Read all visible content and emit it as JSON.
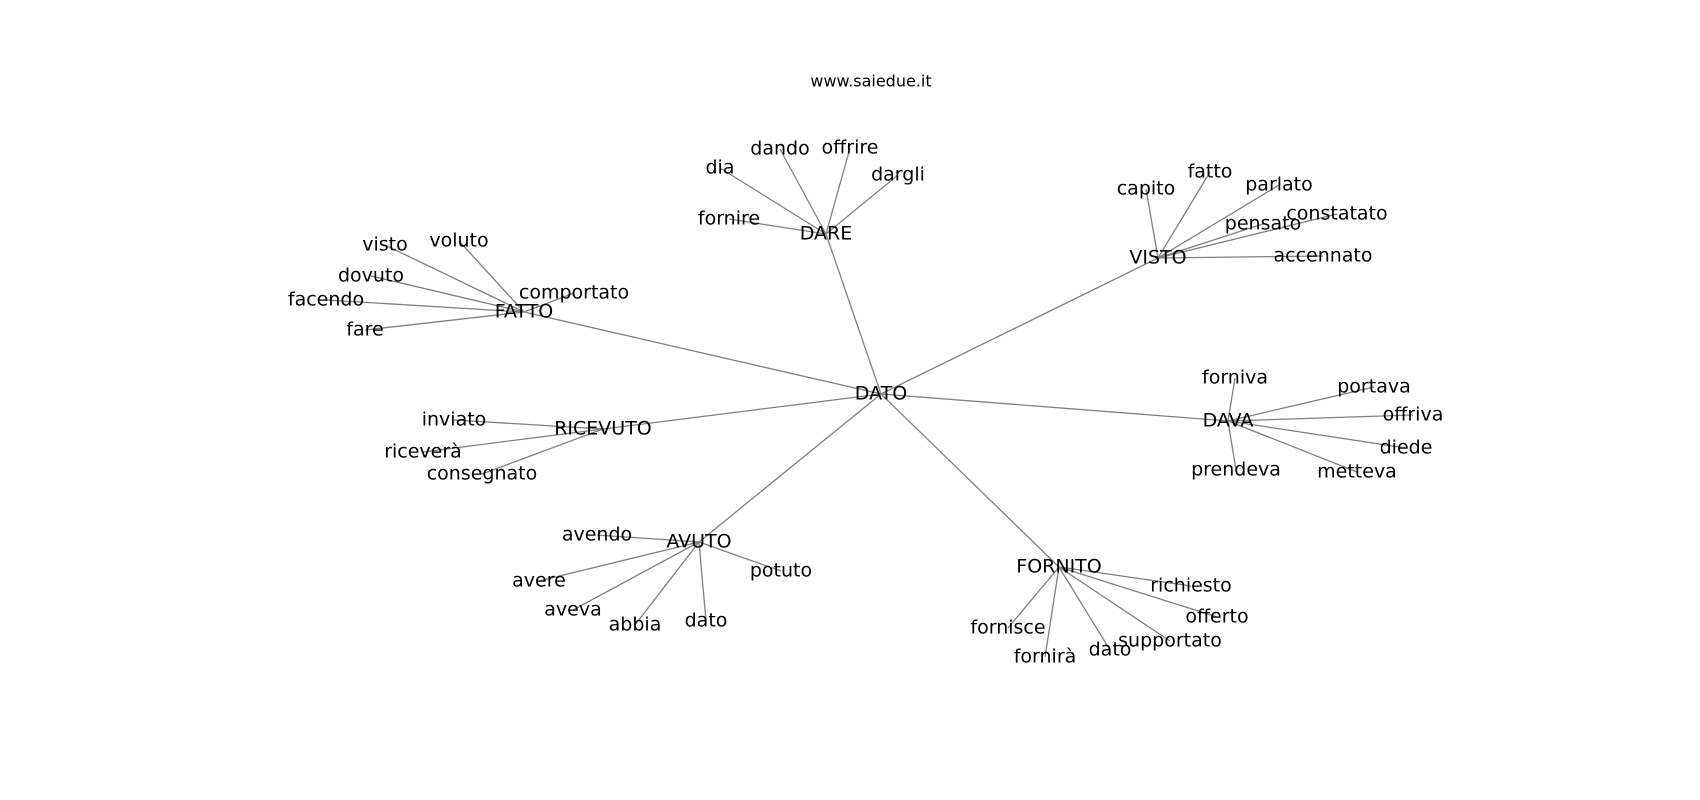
{
  "header": {
    "site": "www.saiedue.it"
  },
  "graph": {
    "root": "DATO",
    "groups": [
      {
        "hub": "DARE",
        "leaves": [
          "dia",
          "dando",
          "offrire",
          "dargli",
          "fornire"
        ]
      },
      {
        "hub": "VISTO",
        "leaves": [
          "capito",
          "fatto",
          "parlato",
          "constatato",
          "pensato",
          "accennato"
        ]
      },
      {
        "hub": "FATTO",
        "leaves": [
          "visto",
          "voluto",
          "dovuto",
          "facendo",
          "fare",
          "comportato"
        ]
      },
      {
        "hub": "RICEVUTO",
        "leaves": [
          "inviato",
          "riceverà",
          "consegnato"
        ]
      },
      {
        "hub": "DAVA",
        "leaves": [
          "forniva",
          "portava",
          "offriva",
          "diede",
          "metteva",
          "prendeva"
        ]
      },
      {
        "hub": "AVUTO",
        "leaves": [
          "avendo",
          "potuto",
          "avere",
          "aveva",
          "abbia",
          "dato"
        ]
      },
      {
        "hub": "FORNITO",
        "leaves": [
          "richiesto",
          "offerto",
          "supportato",
          "dato",
          "fornirà",
          "fornisce"
        ]
      }
    ]
  }
}
